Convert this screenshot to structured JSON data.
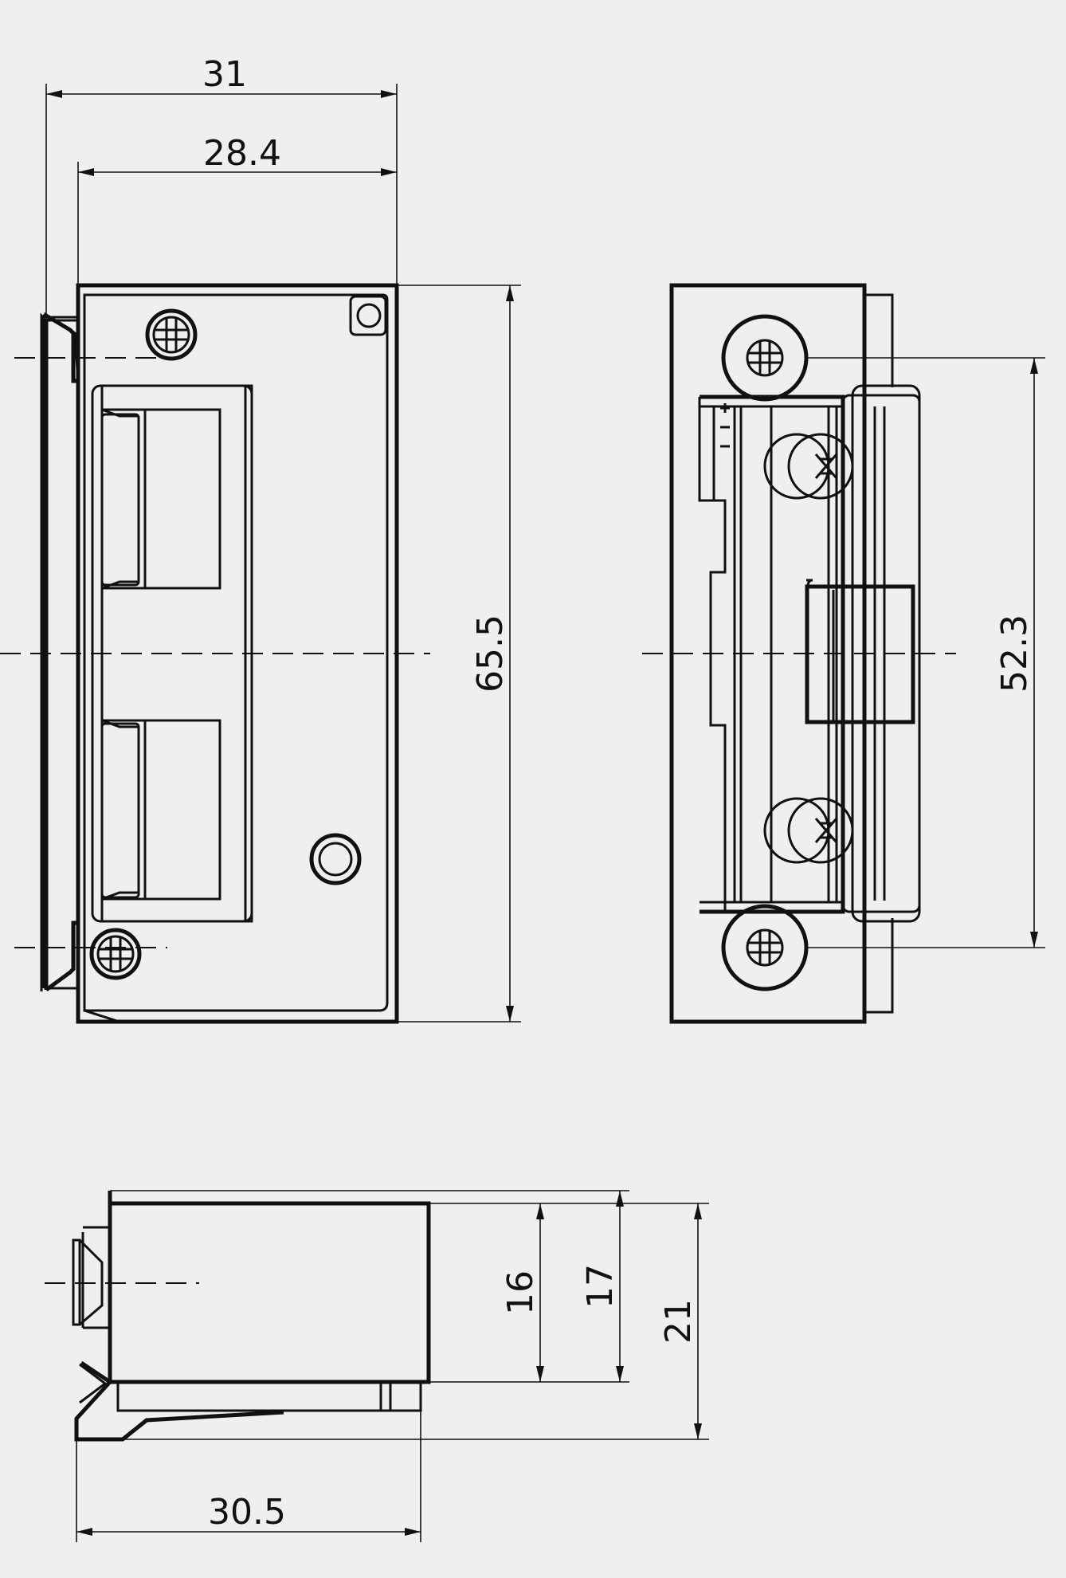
{
  "dimensions": {
    "width_total": "31",
    "width_inner": "28.4",
    "height_total": "65.5",
    "screw_spacing": "52.3",
    "depth_16": "16",
    "depth_17": "17",
    "depth_21": "21",
    "bottom_width": "30.5"
  }
}
